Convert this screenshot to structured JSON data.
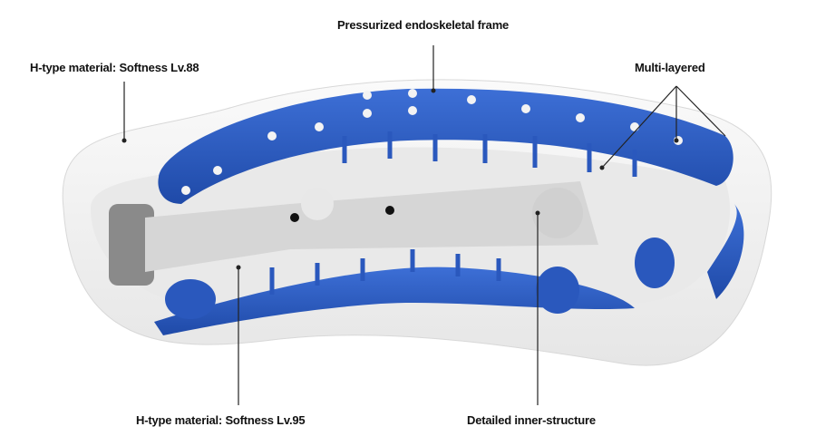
{
  "labels": {
    "frame": "Pressurized endoskeletal frame",
    "outer_material": "H-type material: Softness Lv.88",
    "multi_layered": "Multi-layered",
    "inner_material": "H-type material: Softness Lv.95",
    "inner_structure": "Detailed inner-structure"
  },
  "colors": {
    "frame_blue": "#2f5fc4",
    "shell": "#f2f2f2",
    "inner": "#e4e4e4"
  }
}
